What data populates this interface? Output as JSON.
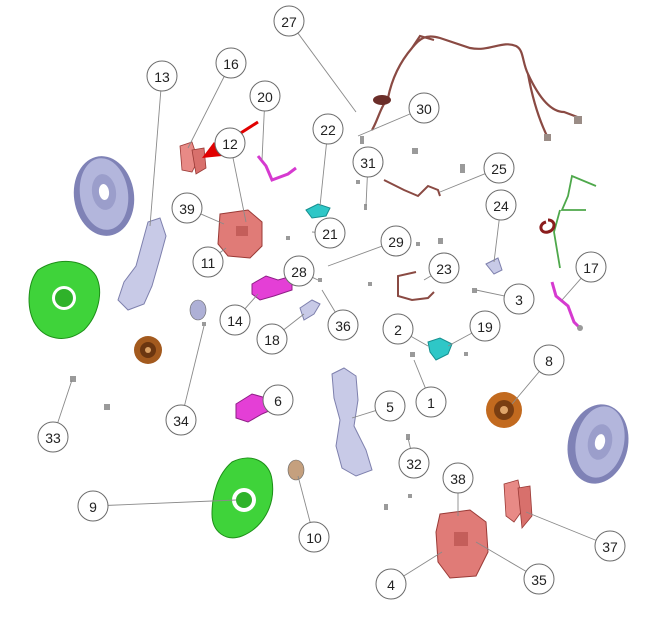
{
  "diagram": {
    "callouts": [
      {
        "id": "c1",
        "label": "1"
      },
      {
        "id": "c2",
        "label": "2"
      },
      {
        "id": "c3",
        "label": "3"
      },
      {
        "id": "c4",
        "label": "4"
      },
      {
        "id": "c5",
        "label": "5"
      },
      {
        "id": "c6",
        "label": "6"
      },
      {
        "id": "c8",
        "label": "8"
      },
      {
        "id": "c9",
        "label": "9"
      },
      {
        "id": "c10",
        "label": "10"
      },
      {
        "id": "c11",
        "label": "11"
      },
      {
        "id": "c12",
        "label": "12"
      },
      {
        "id": "c13",
        "label": "13"
      },
      {
        "id": "c14",
        "label": "14"
      },
      {
        "id": "c16",
        "label": "16"
      },
      {
        "id": "c17",
        "label": "17"
      },
      {
        "id": "c18",
        "label": "18"
      },
      {
        "id": "c19",
        "label": "19"
      },
      {
        "id": "c20",
        "label": "20"
      },
      {
        "id": "c21",
        "label": "21"
      },
      {
        "id": "c22",
        "label": "22"
      },
      {
        "id": "c23",
        "label": "23"
      },
      {
        "id": "c24",
        "label": "24"
      },
      {
        "id": "c25",
        "label": "25"
      },
      {
        "id": "c27",
        "label": "27"
      },
      {
        "id": "c28",
        "label": "28"
      },
      {
        "id": "c29",
        "label": "29"
      },
      {
        "id": "c30",
        "label": "30"
      },
      {
        "id": "c31",
        "label": "31"
      },
      {
        "id": "c32",
        "label": "32"
      },
      {
        "id": "c33",
        "label": "33"
      },
      {
        "id": "c34",
        "label": "34"
      },
      {
        "id": "c35",
        "label": "35"
      },
      {
        "id": "c36",
        "label": "36"
      },
      {
        "id": "c37",
        "label": "37"
      },
      {
        "id": "c38",
        "label": "38"
      },
      {
        "id": "c39",
        "label": "39"
      }
    ],
    "colors": {
      "disc": "#aeb0d6",
      "shield": "#36d12f",
      "caliper": "#e2837f",
      "bracket": "#e43fd6",
      "hub": "#b5651d",
      "knuckle": "#c5c7e6",
      "hose": "#8a3a32",
      "bracket_cyan": "#2ec7c7",
      "hard_line_green": "#4caf50",
      "arrow": "#e10000",
      "pad": "#e07a76"
    },
    "pointer_arrow": "red-arrow-to-brake-pad"
  }
}
